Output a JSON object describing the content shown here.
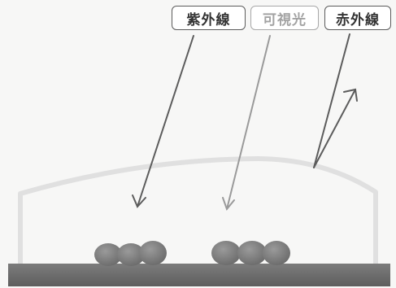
{
  "labels": {
    "ultraviolet": "紫外線",
    "visible_light": "可視光",
    "infrared": "赤外線"
  },
  "colors": {
    "arrow_dark": "#5c5c5c",
    "arrow_light": "#9a9a9a",
    "dome": "#e2e2e2",
    "floor": "#6e6e6e",
    "particles": "#7a7a7a",
    "background": "#f7f7f6"
  }
}
